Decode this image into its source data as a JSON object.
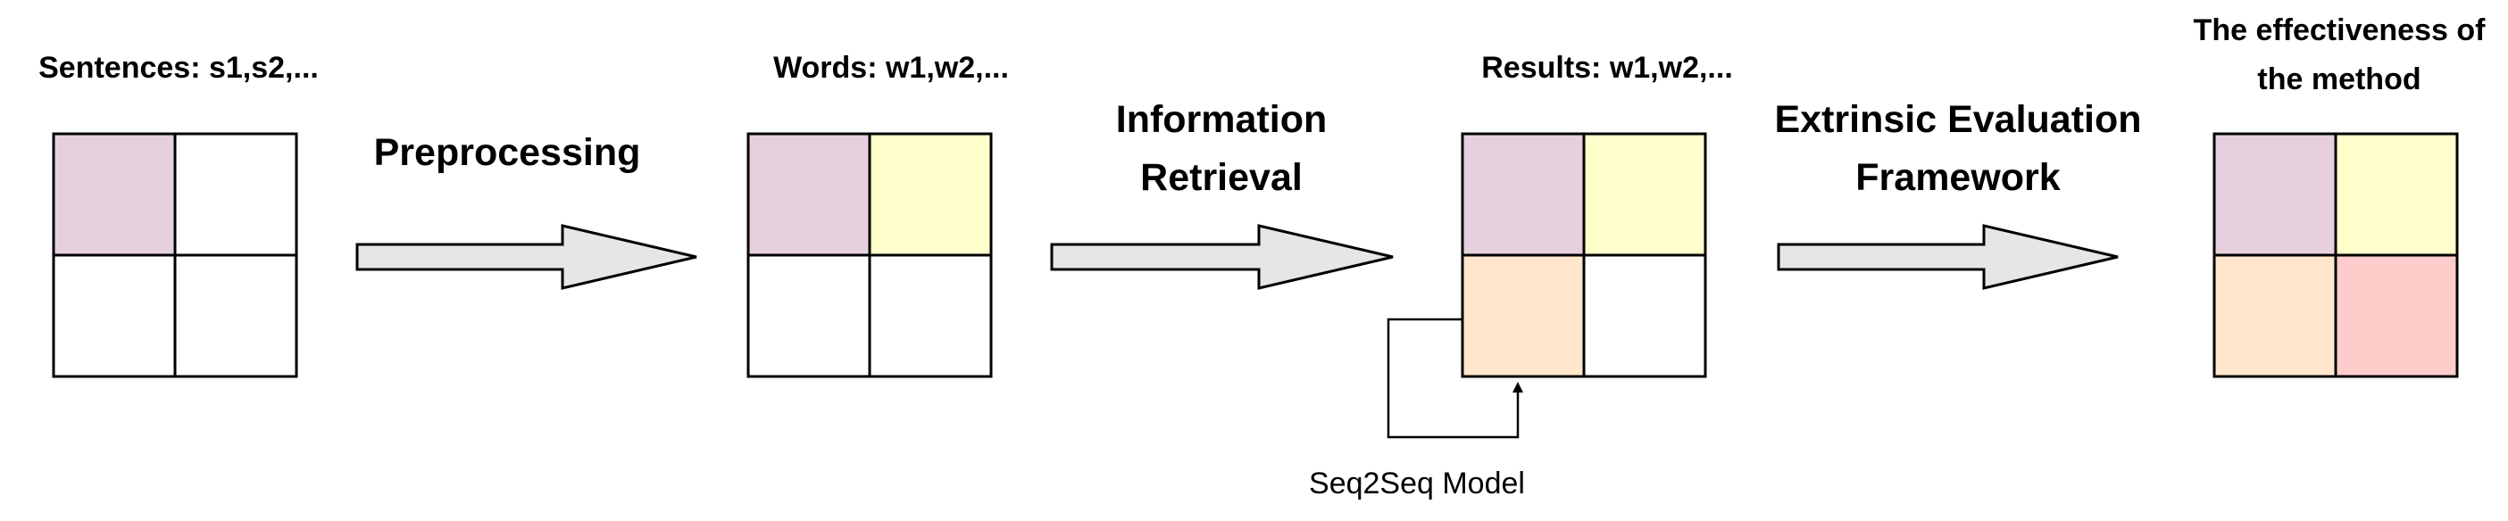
{
  "colors": {
    "empty": "#ffffff",
    "purple": "#e6d0de",
    "yellow": "#ffffcc",
    "orange": "#ffe6cc",
    "pink": "#ffcccc",
    "arrow_fill": "#e6e6e6"
  },
  "stages": [
    {
      "title_lines": [
        "Sentences: s1,s2,..."
      ],
      "cells": [
        "purple",
        "empty",
        "empty",
        "empty"
      ]
    },
    {
      "title_lines": [
        "Words: w1,w2,..."
      ],
      "cells": [
        "purple",
        "yellow",
        "empty",
        "empty"
      ]
    },
    {
      "title_lines": [
        "Results: w1,w2,..."
      ],
      "cells": [
        "purple",
        "yellow",
        "orange",
        "empty"
      ]
    },
    {
      "title_lines": [
        "The effectiveness of",
        "the method"
      ],
      "cells": [
        "purple",
        "yellow",
        "orange",
        "pink"
      ]
    }
  ],
  "transitions": [
    {
      "label_lines": [
        "Preprocessing"
      ]
    },
    {
      "label_lines": [
        "Information",
        "Retrieval"
      ]
    },
    {
      "label_lines": [
        "Extrinsic Evaluation",
        "Framework"
      ]
    }
  ],
  "feedback": {
    "label": "Seq2Seq Model"
  }
}
